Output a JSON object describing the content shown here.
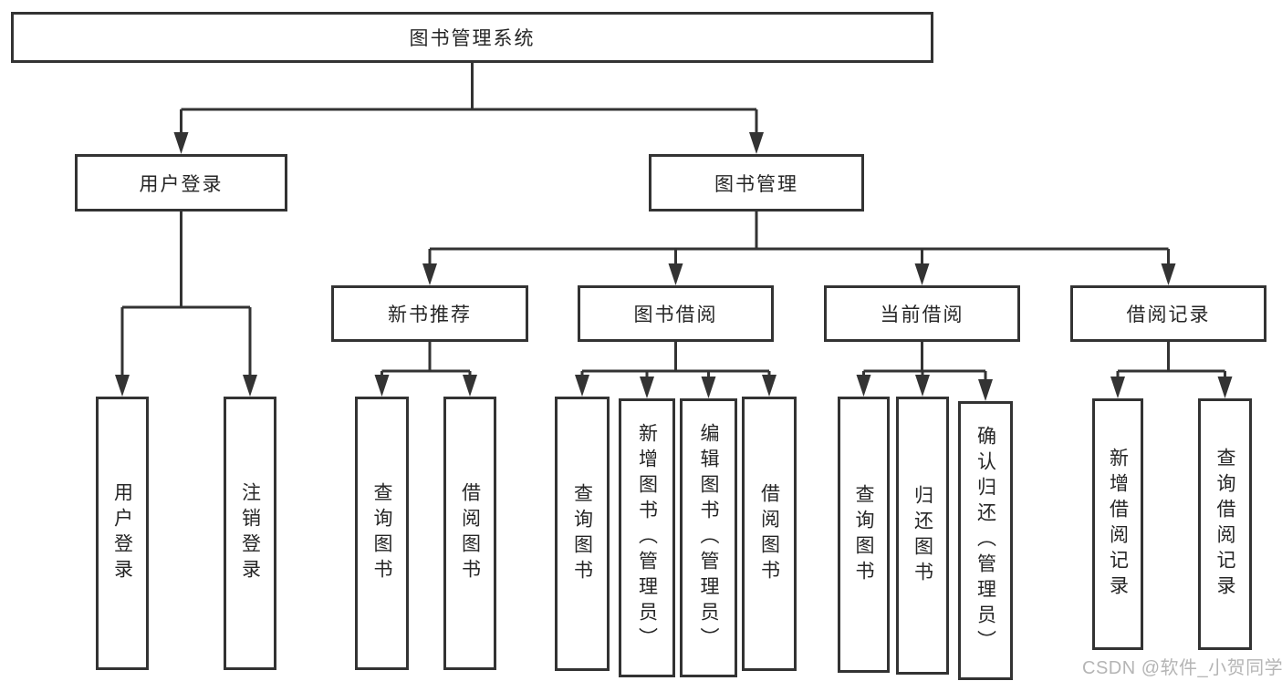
{
  "diagram": {
    "root": {
      "label": "图书管理系统"
    },
    "user_login": {
      "label": "用户登录",
      "children": [
        {
          "label": "用户登录"
        },
        {
          "label": "注销登录"
        }
      ]
    },
    "book_management": {
      "label": "图书管理",
      "sections": [
        {
          "label": "新书推荐",
          "children": [
            {
              "label": "查询图书"
            },
            {
              "label": "借阅图书"
            }
          ]
        },
        {
          "label": "图书借阅",
          "children": [
            {
              "label": "查询图书"
            },
            {
              "label": "新增图书（管理员）"
            },
            {
              "label": "编辑图书（管理员）"
            },
            {
              "label": "借阅图书"
            }
          ]
        },
        {
          "label": "当前借阅",
          "children": [
            {
              "label": "查询图书"
            },
            {
              "label": "归还图书"
            },
            {
              "label": "确认归还（管理员）"
            }
          ]
        },
        {
          "label": "借阅记录",
          "children": [
            {
              "label": "新增借阅记录"
            },
            {
              "label": "查询借阅记录"
            }
          ]
        }
      ]
    },
    "watermark": "CSDN @软件_小贺同学",
    "colors": {
      "line": "#333333",
      "text": "#262626",
      "box_background": "#ffffff",
      "watermark": "#b5b5b5"
    }
  }
}
